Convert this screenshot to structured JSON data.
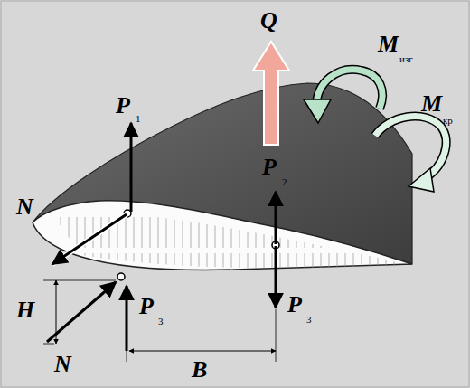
{
  "diagram": {
    "labels": [
      "Q",
      "M",
      "изг",
      "M",
      "кр",
      "P",
      "1",
      "N",
      "P",
      "2",
      "P",
      "3",
      "H",
      "N",
      "P",
      "3",
      "B"
    ]
  }
}
